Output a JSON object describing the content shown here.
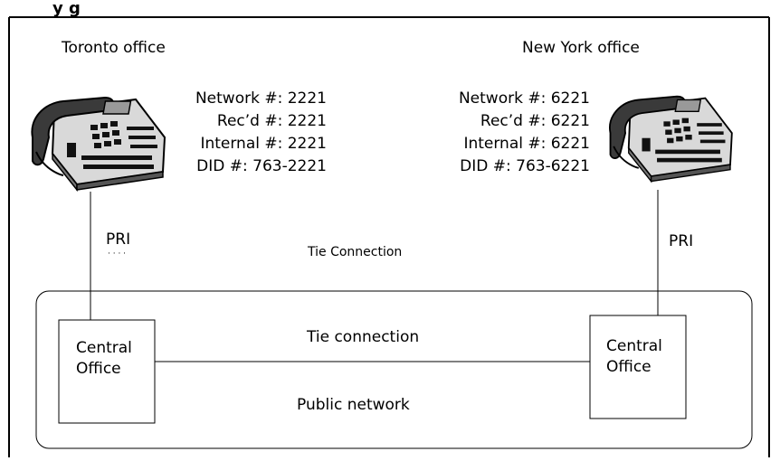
{
  "heading_fragment": "y       g",
  "toronto": {
    "office_label": "Toronto office",
    "lines": [
      "Network #: 2221",
      "Rec’d #: 2221",
      "Internal #: 2221",
      "DID #: 763-2221"
    ],
    "link_label": "PRI",
    "link_label_fragment": "· · · ·"
  },
  "new_york": {
    "office_label": "New York office",
    "lines": [
      "Network #: 6221",
      "Rec’d #: 6221",
      "Internal #: 6221",
      "DID #: 763-6221"
    ],
    "link_label": "PRI"
  },
  "tie_connection_caption": "Tie Connection",
  "public_network": {
    "label": "Public network",
    "tie_label": "Tie connection",
    "left_office_lines": [
      "Central",
      "Office"
    ],
    "right_office_lines": [
      "Central",
      "Office"
    ]
  },
  "icons": [
    "desk-telephone-icon",
    "desk-telephone-icon"
  ]
}
